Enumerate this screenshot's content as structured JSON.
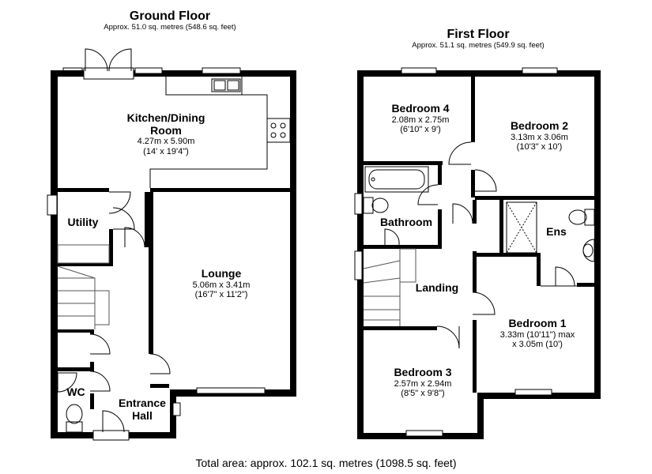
{
  "ground_floor": {
    "title": "Ground Floor",
    "area": "Approx. 51.0 sq. metres (548.6 sq. feet)",
    "rooms": {
      "kitchen": {
        "name_line1": "Kitchen/Dining",
        "name_line2": "Room",
        "dim_metric": "4.27m x 5.90m",
        "dim_imperial": "(14' x 19'4\")"
      },
      "utility": {
        "name": "Utility"
      },
      "lounge": {
        "name": "Lounge",
        "dim_metric": "5.06m x 3.41m",
        "dim_imperial": "(16'7\" x 11'2\")"
      },
      "wc": {
        "name": "WC"
      },
      "entrance_hall": {
        "name_line1": "Entrance",
        "name_line2": "Hall"
      }
    }
  },
  "first_floor": {
    "title": "First Floor",
    "area": "Approx. 51.1 sq. metres (549.9 sq. feet)",
    "rooms": {
      "bedroom4": {
        "name": "Bedroom 4",
        "dim_metric": "2.08m x 2.75m",
        "dim_imperial": "(6'10\" x 9')"
      },
      "bedroom2": {
        "name": "Bedroom 2",
        "dim_metric": "3.13m x 3.06m",
        "dim_imperial": "(10'3\" x 10')"
      },
      "bathroom": {
        "name": "Bathroom"
      },
      "ensuite": {
        "name": "Ens"
      },
      "landing": {
        "name": "Landing"
      },
      "bedroom1": {
        "name": "Bedroom 1",
        "dim_line1": "3.33m (10'11\") max",
        "dim_line2": "x 3.05m (10')"
      },
      "bedroom3": {
        "name": "Bedroom 3",
        "dim_metric": "2.57m x 2.94m",
        "dim_imperial": "(8'5\" x 9'8\")"
      }
    }
  },
  "total_area": "Total area: approx. 102.1 sq. metres (1098.5 sq. feet)",
  "colors": {
    "wall": "#000000",
    "fixture": "#555555",
    "background": "#ffffff"
  }
}
